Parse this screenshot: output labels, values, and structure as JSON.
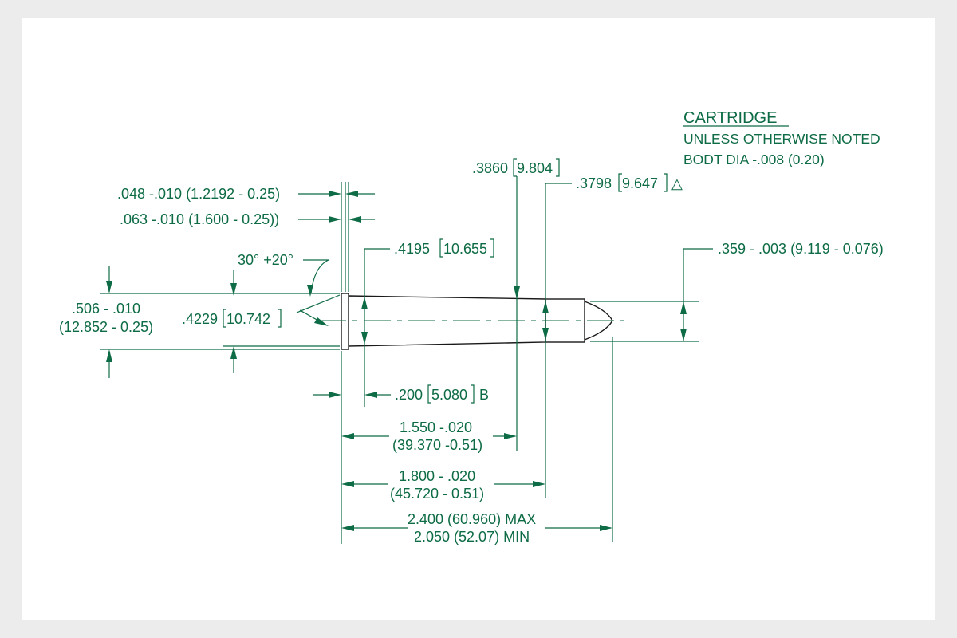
{
  "notes": {
    "title": "CARTRIDGE",
    "line1": "UNLESS OTHERWISE NOTED",
    "line2": "BODT DIA -.008 (0.20)"
  },
  "dims": {
    "rim_thick_1": ".048 -.010 (1.2192 - 0.25)",
    "rim_thick_2": ".063 -.010 (1.600 - 0.25))",
    "angle": "30° +20°",
    "rim_dia_1": ".506 - .010",
    "rim_dia_2": "(12.852 - 0.25)",
    "base_dia": ".4229",
    "base_dia_mm": "10.742",
    "body_dia": ".4195",
    "body_dia_mm": "10.655",
    "shoulder_dia": ".3860",
    "shoulder_dia_mm": "9.804",
    "neck_dia": ".3798",
    "neck_dia_mm": "9.647",
    "neck_note": "△",
    "bullet_dia": ".359 - .003 (9.119 - 0.076)",
    "base_len": ".200",
    "base_len_mm": "5.080",
    "base_len_note": "B",
    "shoulder_len_1": "1.550 -.020",
    "shoulder_len_2": "(39.370 -0.51)",
    "case_len_1": "1.800 - .020",
    "case_len_2": "(45.720 - 0.51)",
    "oal_1": "2.400 (60.960) MAX",
    "oal_2": "2.050 (52.07) MIN"
  }
}
